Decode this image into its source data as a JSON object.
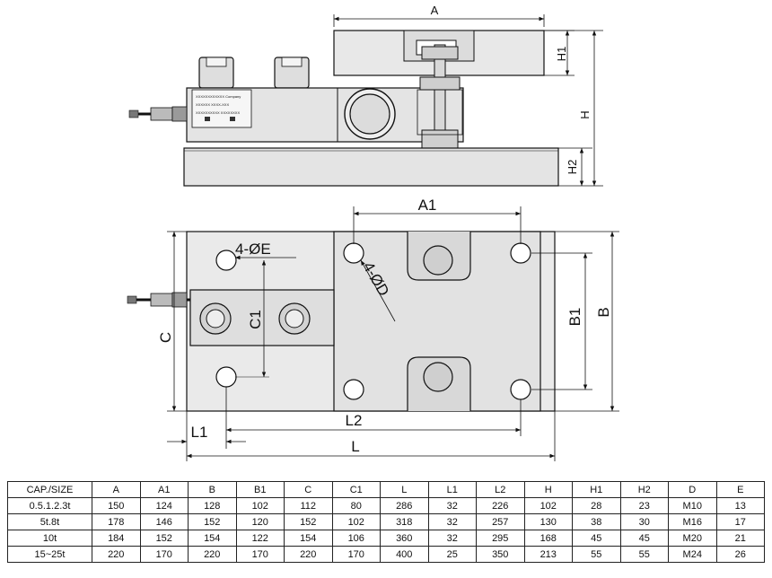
{
  "diagram": {
    "top_view": {
      "dims": {
        "a": "A",
        "h": "H",
        "h1": "H1",
        "h2": "H2"
      },
      "nameplate": [
        "XXXXXXXXXXXX Company",
        "XXXXXX   XXXX-XXX",
        "XXXXXXXXXX  XXXXXXXX"
      ]
    },
    "plan_view": {
      "dims": {
        "a1": "A1",
        "b": "B",
        "b1": "B1",
        "c": "C",
        "c1": "C1",
        "l": "L",
        "l1": "L1",
        "l2": "L2",
        "hole_e": "4-ØE",
        "hole_d": "4-ØD"
      }
    }
  },
  "table": {
    "headers": [
      "CAP./SIZE",
      "A",
      "A1",
      "B",
      "B1",
      "C",
      "C1",
      "L",
      "L1",
      "L2",
      "H",
      "H1",
      "H2",
      "D",
      "E"
    ],
    "rows": [
      [
        "0.5.1.2.3t",
        "150",
        "124",
        "128",
        "102",
        "112",
        "80",
        "286",
        "32",
        "226",
        "102",
        "28",
        "23",
        "M10",
        "13"
      ],
      [
        "5t.8t",
        "178",
        "146",
        "152",
        "120",
        "152",
        "102",
        "318",
        "32",
        "257",
        "130",
        "38",
        "30",
        "M16",
        "17"
      ],
      [
        "10t",
        "184",
        "152",
        "154",
        "122",
        "154",
        "106",
        "360",
        "32",
        "295",
        "168",
        "45",
        "45",
        "M20",
        "21"
      ],
      [
        "15~25t",
        "220",
        "170",
        "220",
        "170",
        "220",
        "170",
        "400",
        "25",
        "350",
        "213",
        "55",
        "55",
        "M24",
        "26"
      ]
    ]
  }
}
